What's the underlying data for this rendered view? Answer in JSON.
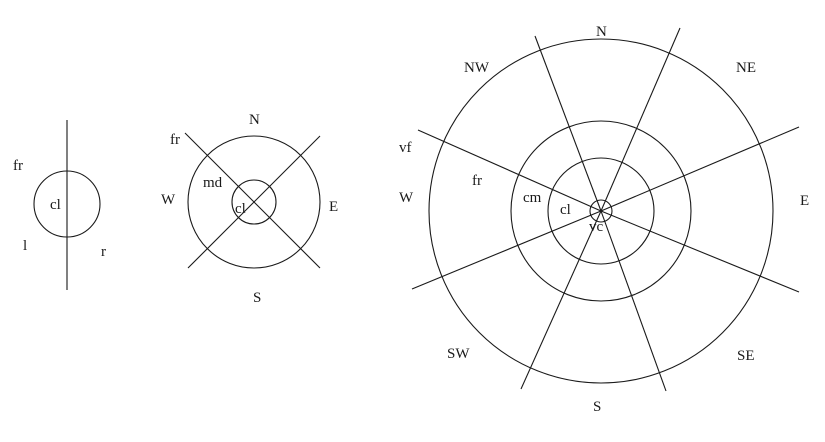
{
  "diagrams": [
    {
      "id": "two-region",
      "labels": [
        "fr",
        "cl",
        "l",
        "r"
      ]
    },
    {
      "id": "four-sector",
      "labels": [
        "fr",
        "N",
        "md",
        "W",
        "cl",
        "E",
        "S"
      ]
    },
    {
      "id": "eight-sector",
      "labels": [
        "N",
        "NW",
        "NE",
        "vf",
        "fr",
        "W",
        "cm",
        "cl",
        "vc",
        "E",
        "SW",
        "SE",
        "S"
      ]
    }
  ]
}
